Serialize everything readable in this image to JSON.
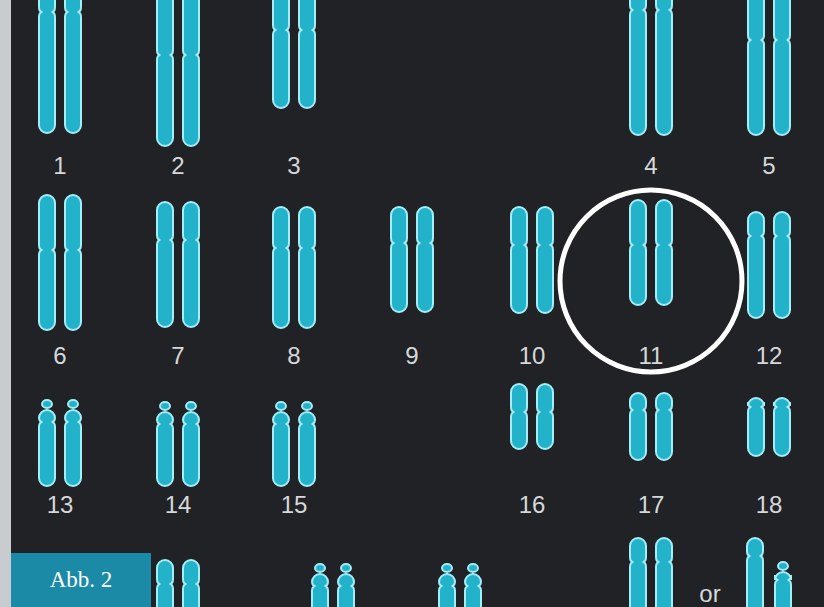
{
  "diagram": {
    "nodes": [
      {
        "text": [
          "Abb. 2"
        ]
      }
    ],
    "edges": [],
    "labels": [
      "1",
      "2",
      "3",
      "4",
      "5",
      "6",
      "7",
      "8",
      "9",
      "10",
      "11",
      "12",
      "13",
      "14",
      "15",
      "16",
      "17",
      "18",
      "or"
    ]
  }
}
